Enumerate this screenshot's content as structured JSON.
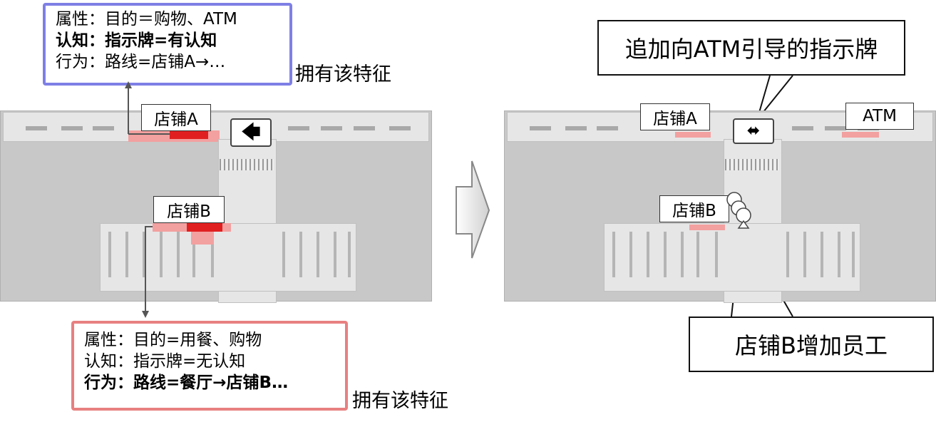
{
  "left": {
    "top_box": {
      "lines": [
        "属性：目的＝购物、ATM",
        "认知：指示牌=有认知",
        "行为：路线=店铺A→…"
      ],
      "bold_line": 1,
      "border_color": "#7f7fe6"
    },
    "top_tag": "拥有该特征",
    "label_a": "店铺A",
    "label_b": "店铺B",
    "sign_icon": "left-arrow-icon",
    "bottom_box": {
      "lines": [
        "属性：目的=用餐、购物",
        "认知：指示牌=无认知",
        "行为：路线=餐厅→店铺B…"
      ],
      "bold_line": 2,
      "border_color": "#e88080"
    },
    "bottom_tag": "拥有该特征"
  },
  "arrow_icon": "right-arrow-icon",
  "right": {
    "callout_top": "追加向ATM引导的指示牌",
    "label_a": "店铺A",
    "label_atm": "ATM",
    "label_b": "店铺B",
    "sign_icon": "left-right-arrow-icon",
    "callout_bottom": "店铺B增加员工"
  },
  "colors": {
    "store_red": "#e02020",
    "store_pink": "#f3a0a0"
  }
}
